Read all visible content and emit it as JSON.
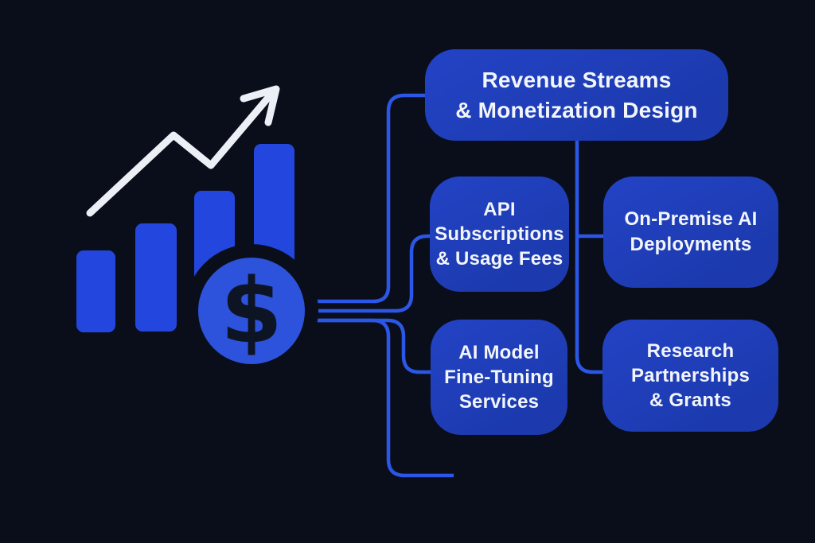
{
  "diagram": {
    "root": {
      "id": "revenue-streams",
      "lines": [
        "Revenue Streams",
        "& Monetization Design"
      ]
    },
    "children": [
      {
        "id": "api-subscriptions",
        "lines": [
          "API",
          "Subscriptions",
          "& Usage Fees"
        ]
      },
      {
        "id": "on-premise-ai",
        "lines": [
          "On-Premise AI",
          "Deployments"
        ]
      },
      {
        "id": "ai-model-fine-tuning",
        "lines": [
          "AI Model",
          "Fine-Tuning",
          "Services"
        ]
      },
      {
        "id": "research-partnerships",
        "lines": [
          "Research",
          "Partnerships",
          "& Grants"
        ]
      }
    ],
    "edges": [
      {
        "from": "money-hub",
        "to": "revenue-streams"
      },
      {
        "from": "money-hub",
        "to": "api-subscriptions"
      },
      {
        "from": "money-hub",
        "to": "ai-model-fine-tuning"
      },
      {
        "from": "money-hub",
        "to": "offscreen-bottom"
      },
      {
        "from": "revenue-streams",
        "to": "on-premise-ai"
      },
      {
        "from": "revenue-streams",
        "to": "research-partnerships"
      }
    ],
    "icon": {
      "name": "growth-bar-chart-with-dollar-coin-and-trend-arrow",
      "dollar_glyph": "$"
    }
  },
  "colors": {
    "background": "#0a0e1a",
    "node_fill": "#1c3aae",
    "node_fill_highlight": "#2343c6",
    "bar_fill": "#2347de",
    "coin_fill": "#2d52db",
    "coin_ink": "#0d1424",
    "connector": "#2a57e8",
    "arrow": "#eceff5",
    "text": "#f2f5fa"
  }
}
